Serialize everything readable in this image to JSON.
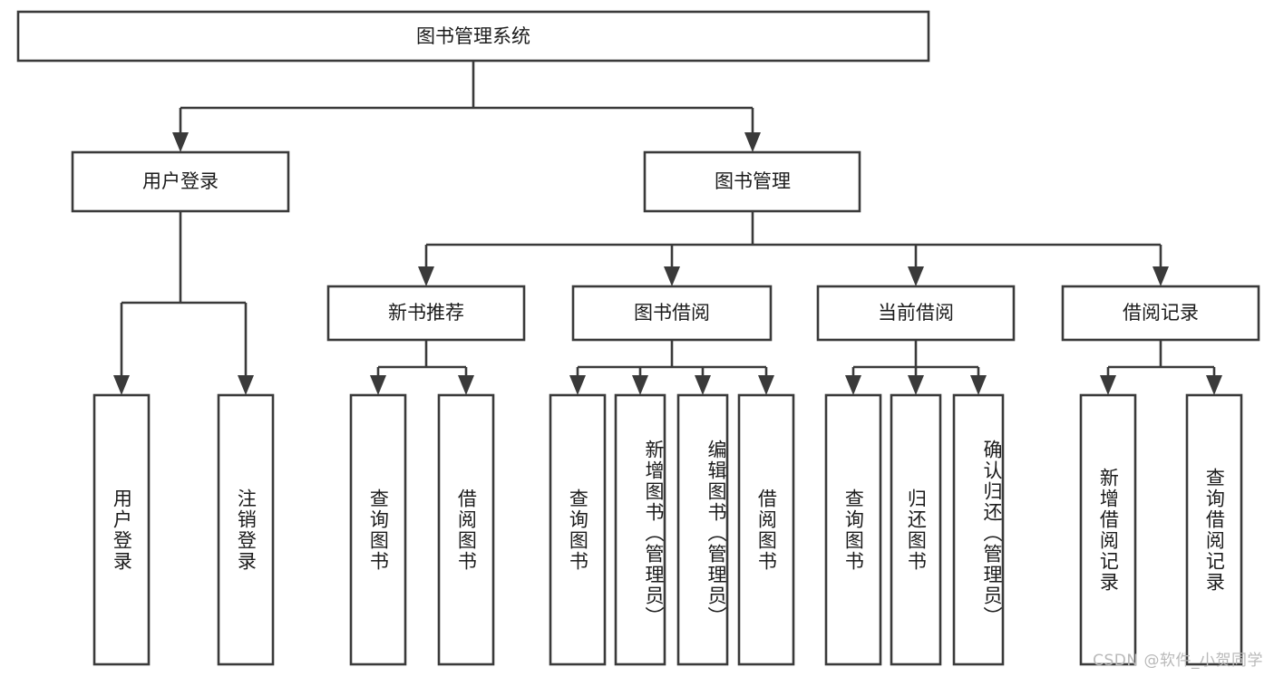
{
  "diagram": {
    "title": "图书管理系统",
    "type": "tree",
    "orientation": "top-down",
    "colors": {
      "box_stroke": "#3a3a3a",
      "box_fill": "#ffffff",
      "connector": "#3a3a3a",
      "text": "#1b1b1b",
      "watermark": "#b9b9b9",
      "background": "#ffffff"
    },
    "root": {
      "label": "图书管理系统",
      "text_direction": "horizontal"
    },
    "level2": [
      {
        "label": "用户登录",
        "text_direction": "horizontal"
      },
      {
        "label": "图书管理",
        "text_direction": "horizontal"
      }
    ],
    "level3": [
      {
        "label": "新书推荐",
        "text_direction": "horizontal"
      },
      {
        "label": "图书借阅",
        "text_direction": "horizontal"
      },
      {
        "label": "当前借阅",
        "text_direction": "horizontal"
      },
      {
        "label": "借阅记录",
        "text_direction": "horizontal"
      }
    ],
    "leaves": {
      "user_login": [
        {
          "label": "用户登录",
          "text_direction": "vertical"
        },
        {
          "label": "注销登录",
          "text_direction": "vertical"
        }
      ],
      "new_book_recommend": [
        {
          "label": "查询图书",
          "text_direction": "vertical"
        },
        {
          "label": "借阅图书",
          "text_direction": "vertical"
        }
      ],
      "book_borrow": [
        {
          "label": "查询图书",
          "text_direction": "vertical"
        },
        {
          "label": "新增图书（管理员）",
          "text_direction": "vertical"
        },
        {
          "label": "编辑图书（管理员）",
          "text_direction": "vertical"
        },
        {
          "label": "借阅图书",
          "text_direction": "vertical"
        }
      ],
      "current_borrow": [
        {
          "label": "查询图书",
          "text_direction": "vertical"
        },
        {
          "label": "归还图书",
          "text_direction": "vertical"
        },
        {
          "label": "确认归还（管理员）",
          "text_direction": "vertical"
        }
      ],
      "borrow_record": [
        {
          "label": "新增借阅记录",
          "text_direction": "vertical"
        },
        {
          "label": "查询借阅记录",
          "text_direction": "vertical"
        }
      ]
    },
    "watermark": "CSDN @软件_小贺同学"
  }
}
